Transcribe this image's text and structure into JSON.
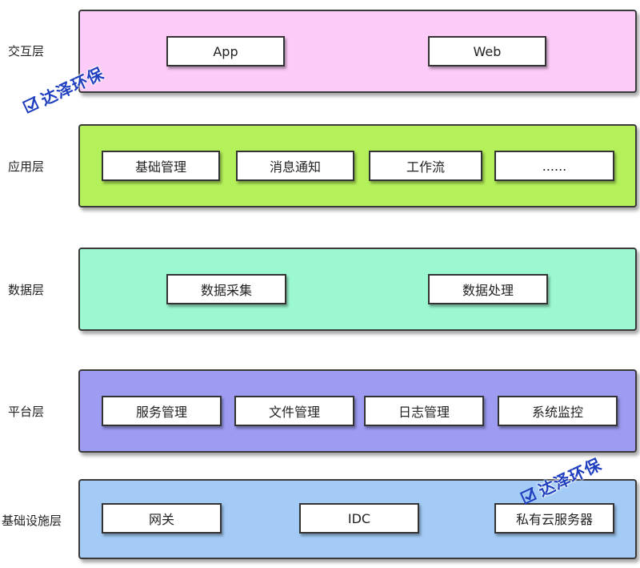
{
  "layers": [
    {
      "label": "交互层",
      "color": "#fccbf7",
      "items": [
        "App",
        "Web"
      ]
    },
    {
      "label": "应用层",
      "color": "#b4f05a",
      "items": [
        "基础管理",
        "消息通知",
        "工作流",
        "......"
      ]
    },
    {
      "label": "数据层",
      "color": "#9cf8d0",
      "items": [
        "数据采集",
        "数据处理"
      ]
    },
    {
      "label": "平台层",
      "color": "#9e9cf2",
      "items": [
        "服务管理",
        "文件管理",
        "日志管理",
        "系统监控"
      ]
    },
    {
      "label": "基础设施层",
      "color": "#a3cbf5",
      "items": [
        "网关",
        "IDC",
        "私有云服务器"
      ]
    }
  ],
  "watermark": {
    "text": "达泽环保",
    "color": "#1f3fbf",
    "icon": "checkbox-icon"
  }
}
